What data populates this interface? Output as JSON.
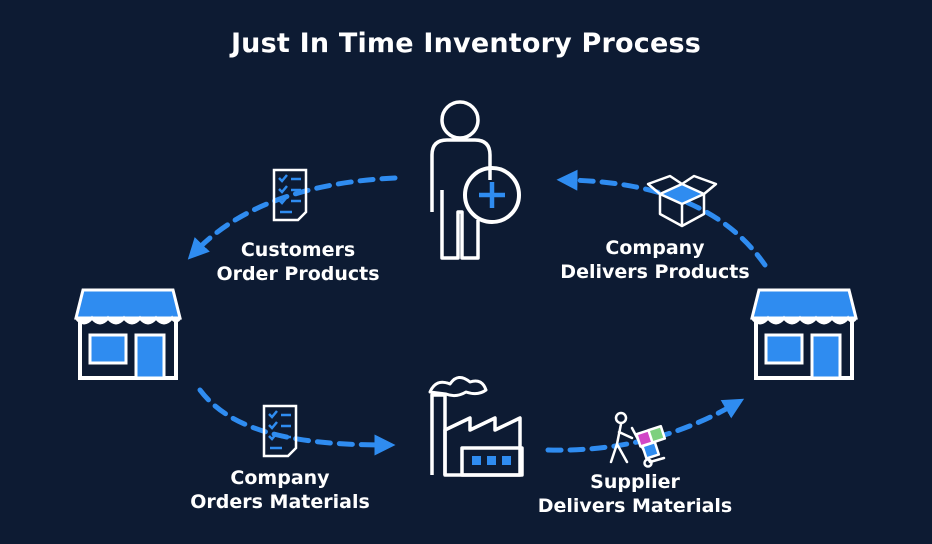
{
  "title": "Just In Time Inventory Process",
  "steps": {
    "customers_order": {
      "line1": "Customers",
      "line2": "Order Products"
    },
    "company_delivers": {
      "line1": "Company",
      "line2": "Delivers Products"
    },
    "company_orders": {
      "line1": "Company",
      "line2": "Orders Materials"
    },
    "supplier_delivers": {
      "line1": "Supplier",
      "line2": "Delivers Materials"
    }
  },
  "colors": {
    "background": "#0d1b33",
    "accent": "#2f8cf0",
    "line": "#ffffff"
  },
  "icons": {
    "customer": "person-plus-icon",
    "store_left": "store-icon",
    "store_right": "store-icon",
    "factory": "factory-icon",
    "order_list_top": "checklist-icon",
    "order_list_bottom": "checklist-icon",
    "open_box": "open-box-icon",
    "hand_truck": "hand-truck-icon"
  }
}
